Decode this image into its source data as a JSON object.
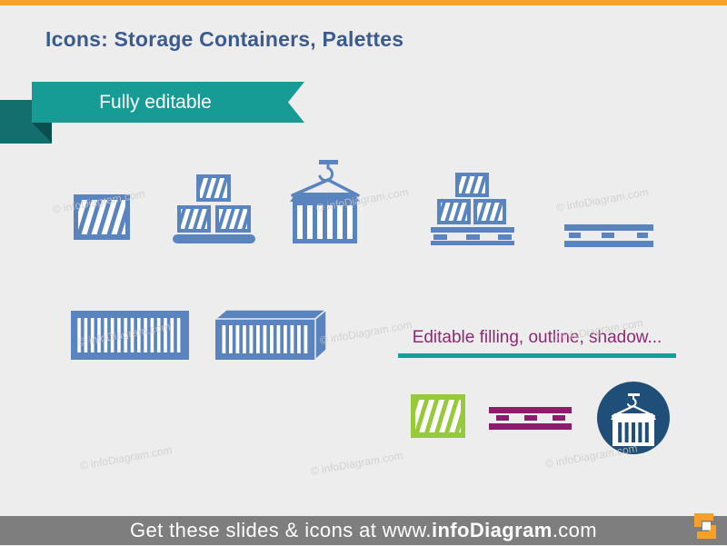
{
  "slide": {
    "title": "Icons: Storage Containers, Palettes",
    "ribbon": {
      "label": "Fully editable"
    },
    "note": {
      "label": "Editable filling, outline, shadow..."
    },
    "watermark": {
      "text": "© infoDiagram.com"
    },
    "footer": {
      "prefix": "Get these slides & icons at www.",
      "brand": "infoDiagram",
      "suffix": ".com"
    },
    "icons": [
      {
        "name": "striped-crate-icon",
        "color": "#5a84c0"
      },
      {
        "name": "stacked-crates-on-bar-icon",
        "color": "#5a84c0"
      },
      {
        "name": "crane-hook-container-icon",
        "color": "#5a84c0"
      },
      {
        "name": "crates-on-pallet-icon",
        "color": "#5a84c0"
      },
      {
        "name": "pallet-icon",
        "color": "#5a84c0"
      },
      {
        "name": "long-container-icon",
        "color": "#5a84c0"
      },
      {
        "name": "container-3d-icon",
        "color": "#5a84c0"
      },
      {
        "name": "striped-crate-green-icon",
        "color": "#97ca3b"
      },
      {
        "name": "pallet-purple-icon",
        "color": "#8e1c6e"
      },
      {
        "name": "crane-container-circle-icon",
        "color": "#1f4e78"
      }
    ],
    "colors": {
      "background": "#ededed",
      "accent_orange": "#f5a32a",
      "title_blue": "#3b5b8f",
      "ribbon_teal": "#179b95",
      "ribbon_square_dark": "#136f6e",
      "ribbon_fold": "#0b4e4e",
      "icon_blue": "#5a84c0",
      "icon_green": "#97ca3b",
      "icon_purple": "#8e1c6e",
      "icon_navy": "#1f4e78",
      "note_purple": "#8e2a71",
      "underline_teal": "#12a09a",
      "footer_gray": "#7e7e7e",
      "logo_orange": "#f5a028"
    }
  }
}
